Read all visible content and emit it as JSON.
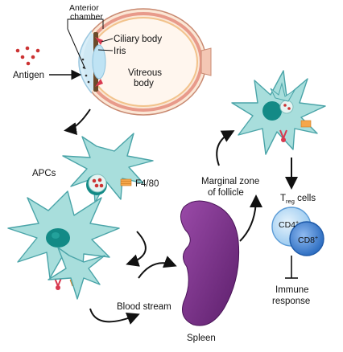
{
  "labels": {
    "anterior_chamber_line1": "Anterior",
    "anterior_chamber_line2": "chamber",
    "ciliary_body": "Ciliary body",
    "iris": "Iris",
    "vitreous_line1": "Vitreous",
    "vitreous_line2": "body",
    "antigen": "Antigen",
    "apcs": "APCs",
    "f480": "F4/80",
    "marginal_line1": "Marginal zone",
    "marginal_line2": "of follicle",
    "treg_T": "T",
    "treg_sub": "reg",
    "treg_rest": " cells",
    "cd4": "CD4",
    "cd4_sup": "+",
    "cd8": "CD8",
    "cd8_sup": "+",
    "immune_line1": "Immune",
    "immune_line2": "response",
    "blood_stream": "Blood stream",
    "spleen": "Spleen"
  },
  "colors": {
    "apc_fill": "#a8dedc",
    "apc_stroke": "#4aa4a8",
    "nucleus": "#138a86",
    "spleen": "#7a2a8a",
    "cd4_cell": "#9ccbf0",
    "cd8_cell": "#3d7fcf",
    "antigen_dot": "#cc3333",
    "f480_marker": "#f5a64a"
  }
}
